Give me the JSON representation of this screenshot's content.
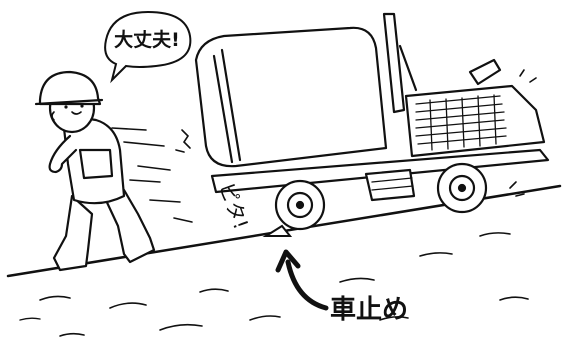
{
  "speech_bubble": {
    "text": "大丈夫!"
  },
  "wheel_chock_label": {
    "text": "車止め"
  },
  "sound_effect": {
    "text": "ピタ!"
  }
}
